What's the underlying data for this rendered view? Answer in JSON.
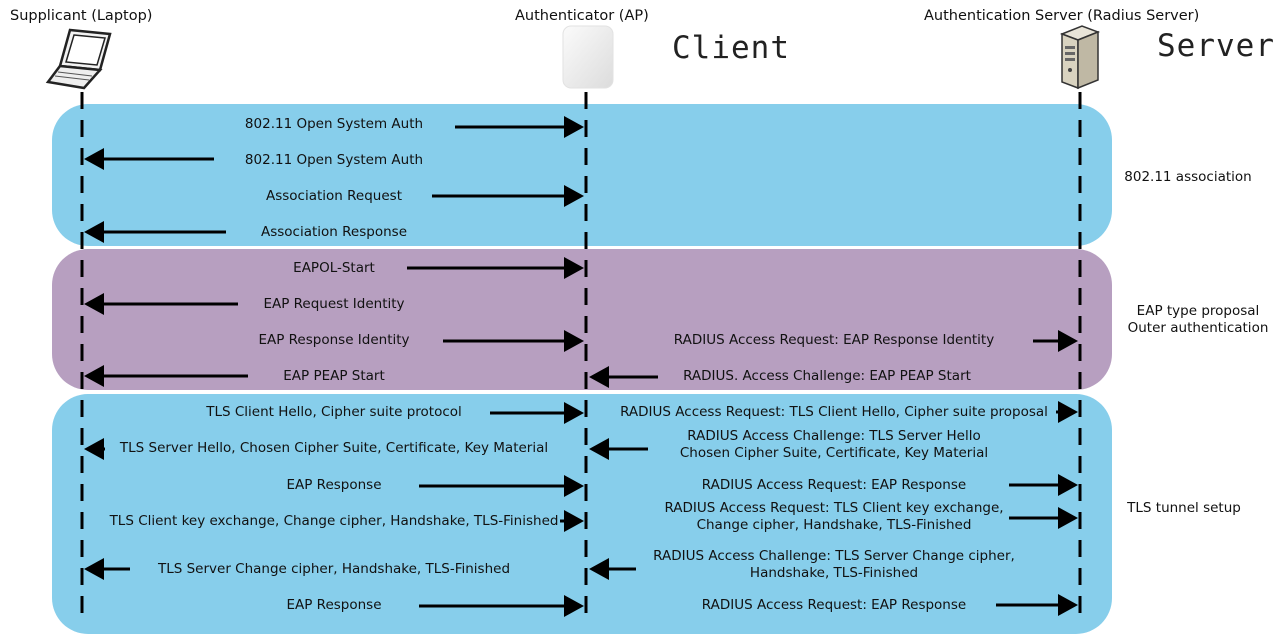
{
  "actors": {
    "supplicant": "Supplicant (Laptop)",
    "authenticator": "Authenticator (AP)",
    "server": "Authentication Server (Radius Server)"
  },
  "labels": {
    "client": "Client",
    "server": "Server"
  },
  "phases": {
    "association": "802.11 association",
    "eap_proposal_1": "EAP type proposal",
    "eap_proposal_2": "Outer authentication",
    "tls": "TLS tunnel setup"
  },
  "messages": [
    {
      "text": "802.11 Open System Auth",
      "direction": "right"
    },
    {
      "text": "802.11 Open System Auth",
      "direction": "left"
    },
    {
      "text": "Association Request",
      "direction": "right"
    },
    {
      "text": "Association Response",
      "direction": "left"
    },
    {
      "text": "EAPOL-Start",
      "direction": "right"
    },
    {
      "text": "EAP Request Identity",
      "direction": "left"
    },
    {
      "text": "EAP Response Identity",
      "direction": "right"
    },
    {
      "text": "EAP PEAP Start",
      "direction": "left"
    },
    {
      "text": "TLS Client Hello, Cipher suite protocol",
      "direction": "right"
    },
    {
      "text": "TLS Server Hello, Chosen Cipher Suite, Certificate, Key Material",
      "direction": "left"
    },
    {
      "text": "EAP Response",
      "direction": "right"
    },
    {
      "text": "TLS Client key exchange, Change cipher, Handshake, TLS-Finished",
      "direction": "right"
    },
    {
      "text": "TLS Server Change cipher, Handshake, TLS-Finished",
      "direction": "left"
    },
    {
      "text": "EAP Response",
      "direction": "right"
    }
  ],
  "radius_messages": [
    {
      "text": "RADIUS  Access Request: EAP Response Identity",
      "direction": "right"
    },
    {
      "text": "RADIUS. Access Challenge: EAP PEAP Start",
      "direction": "left"
    },
    {
      "text": "RADIUS Access Request: TLS Client Hello, Cipher suite proposal",
      "direction": "right"
    },
    {
      "line1": "RADIUS Access Challenge: TLS Server Hello",
      "line2": "Chosen Cipher Suite, Certificate, Key Material",
      "direction": "left"
    },
    {
      "text": "RADIUS Access Request: EAP Response",
      "direction": "right"
    },
    {
      "line1": "RADIUS Access Request: TLS Client key exchange,",
      "line2": "Change cipher, Handshake, TLS-Finished",
      "direction": "right"
    },
    {
      "line1": "RADIUS Access Challenge: TLS Server Change cipher,",
      "line2": "Handshake, TLS-Finished",
      "direction": "left"
    },
    {
      "text": "RADIUS Access Request: EAP Response",
      "direction": "right"
    }
  ],
  "colors": {
    "association_band": "#87ceeb",
    "eap_band": "#b79fc0",
    "tls_band": "#87ceeb",
    "arrow": "#000000"
  },
  "icons": {
    "supplicant": "laptop-icon",
    "authenticator": "access-point-icon",
    "server": "server-tower-icon"
  }
}
